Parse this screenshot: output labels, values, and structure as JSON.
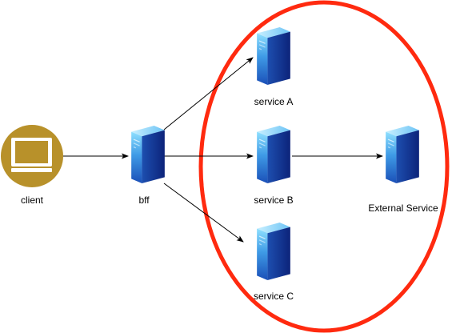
{
  "diagram": {
    "nodes": {
      "client": {
        "label": "client",
        "icon": "monitor-icon"
      },
      "bff": {
        "label": "bff",
        "icon": "server-icon"
      },
      "service_a": {
        "label": "service A",
        "icon": "server-icon"
      },
      "service_b": {
        "label": "service B",
        "icon": "server-icon"
      },
      "service_c": {
        "label": "service C",
        "icon": "server-icon"
      },
      "external_service": {
        "label": "External Service",
        "icon": "server-icon"
      }
    },
    "edges": [
      {
        "from": "client",
        "to": "bff"
      },
      {
        "from": "bff",
        "to": "service_a"
      },
      {
        "from": "bff",
        "to": "service_b"
      },
      {
        "from": "bff",
        "to": "service_c"
      },
      {
        "from": "service_b",
        "to": "external_service"
      }
    ],
    "colors": {
      "highlight_ellipse": "#ff2a0f",
      "monitor_frame": "#b8912a",
      "monitor_bezel": "#ffffff",
      "server_front_top": "#7fd3ff",
      "server_front_bottom": "#1a5fc8",
      "server_side": "#0f2f8a",
      "arrow": "#000000"
    }
  }
}
